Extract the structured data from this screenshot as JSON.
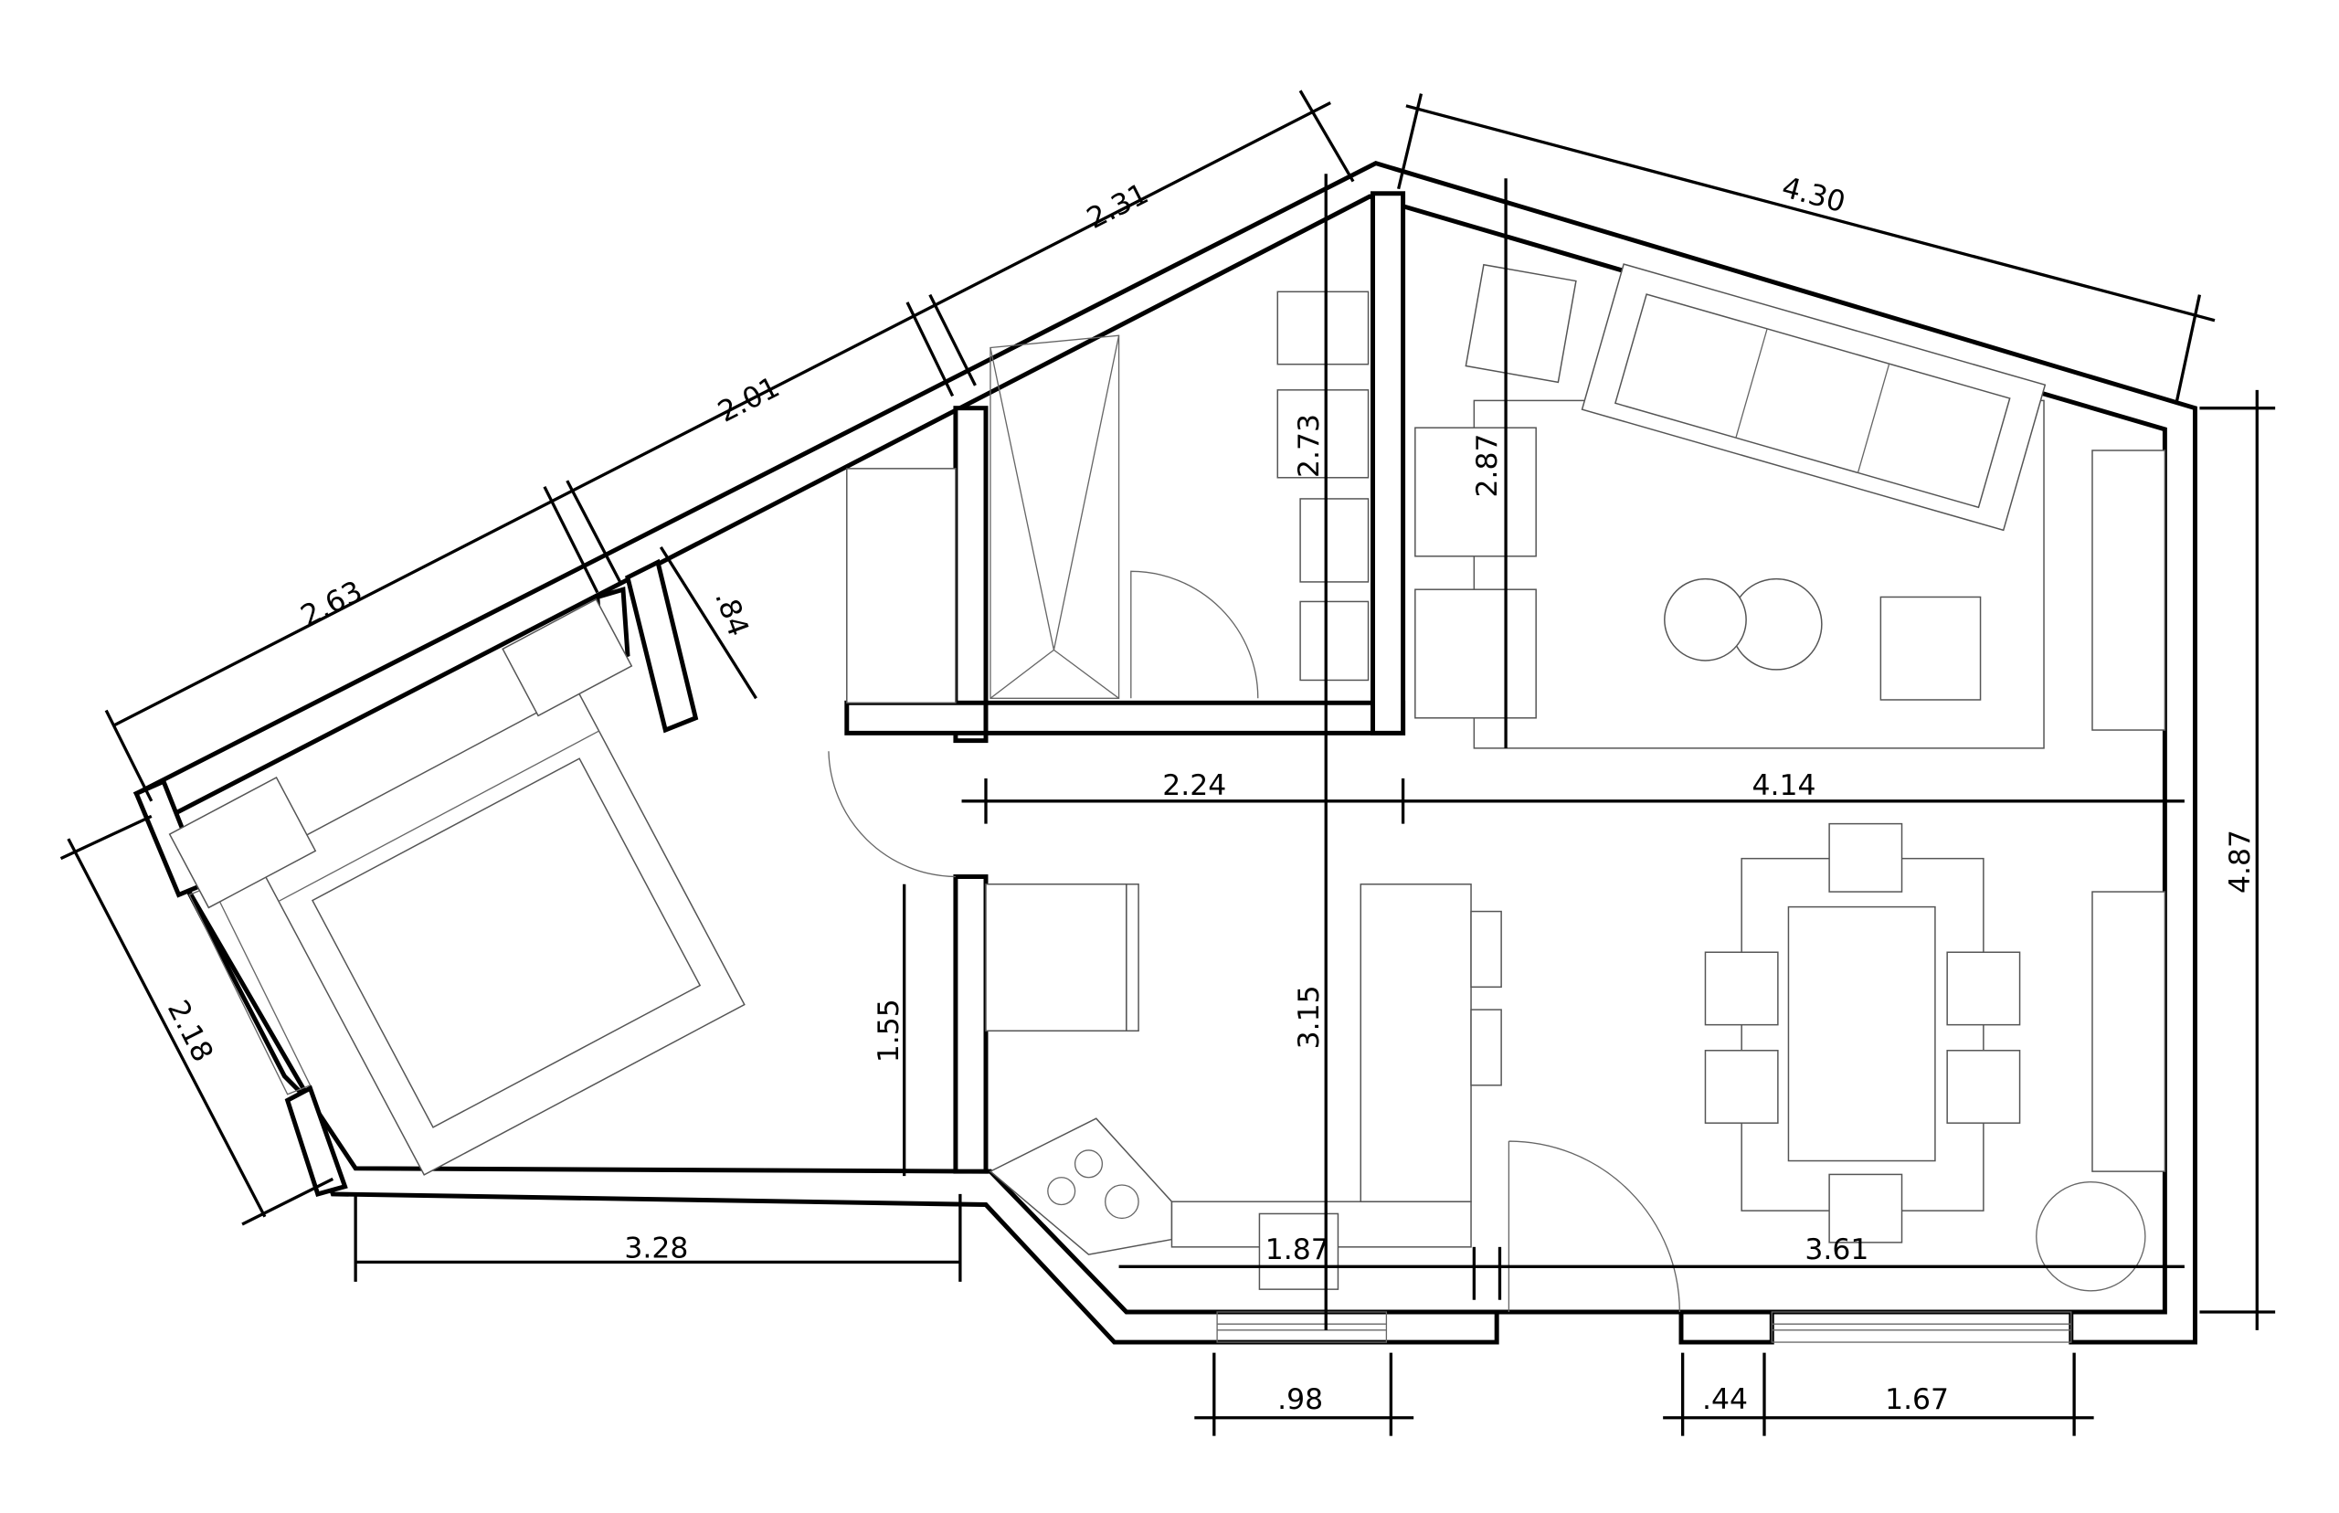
{
  "dimensions": {
    "bedroom_top": "2.63",
    "hall_top": "2.01",
    "bath_top": "2.31",
    "living_top": "4.30",
    "bedroom_door_wall": ".84",
    "bath_height": "2.73",
    "living_depth": "2.87",
    "hall_width": "2.24",
    "living_width": "4.14",
    "right_total": "4.87",
    "bedroom_left": "2.18",
    "hall_wall": "1.55",
    "kitchen_height": "3.15",
    "bedroom_bottom": "3.28",
    "kitchen_width": "1.87",
    "dining_width": "3.61",
    "kitchen_window": ".98",
    "door_offset": ".44",
    "dining_window": "1.67"
  }
}
